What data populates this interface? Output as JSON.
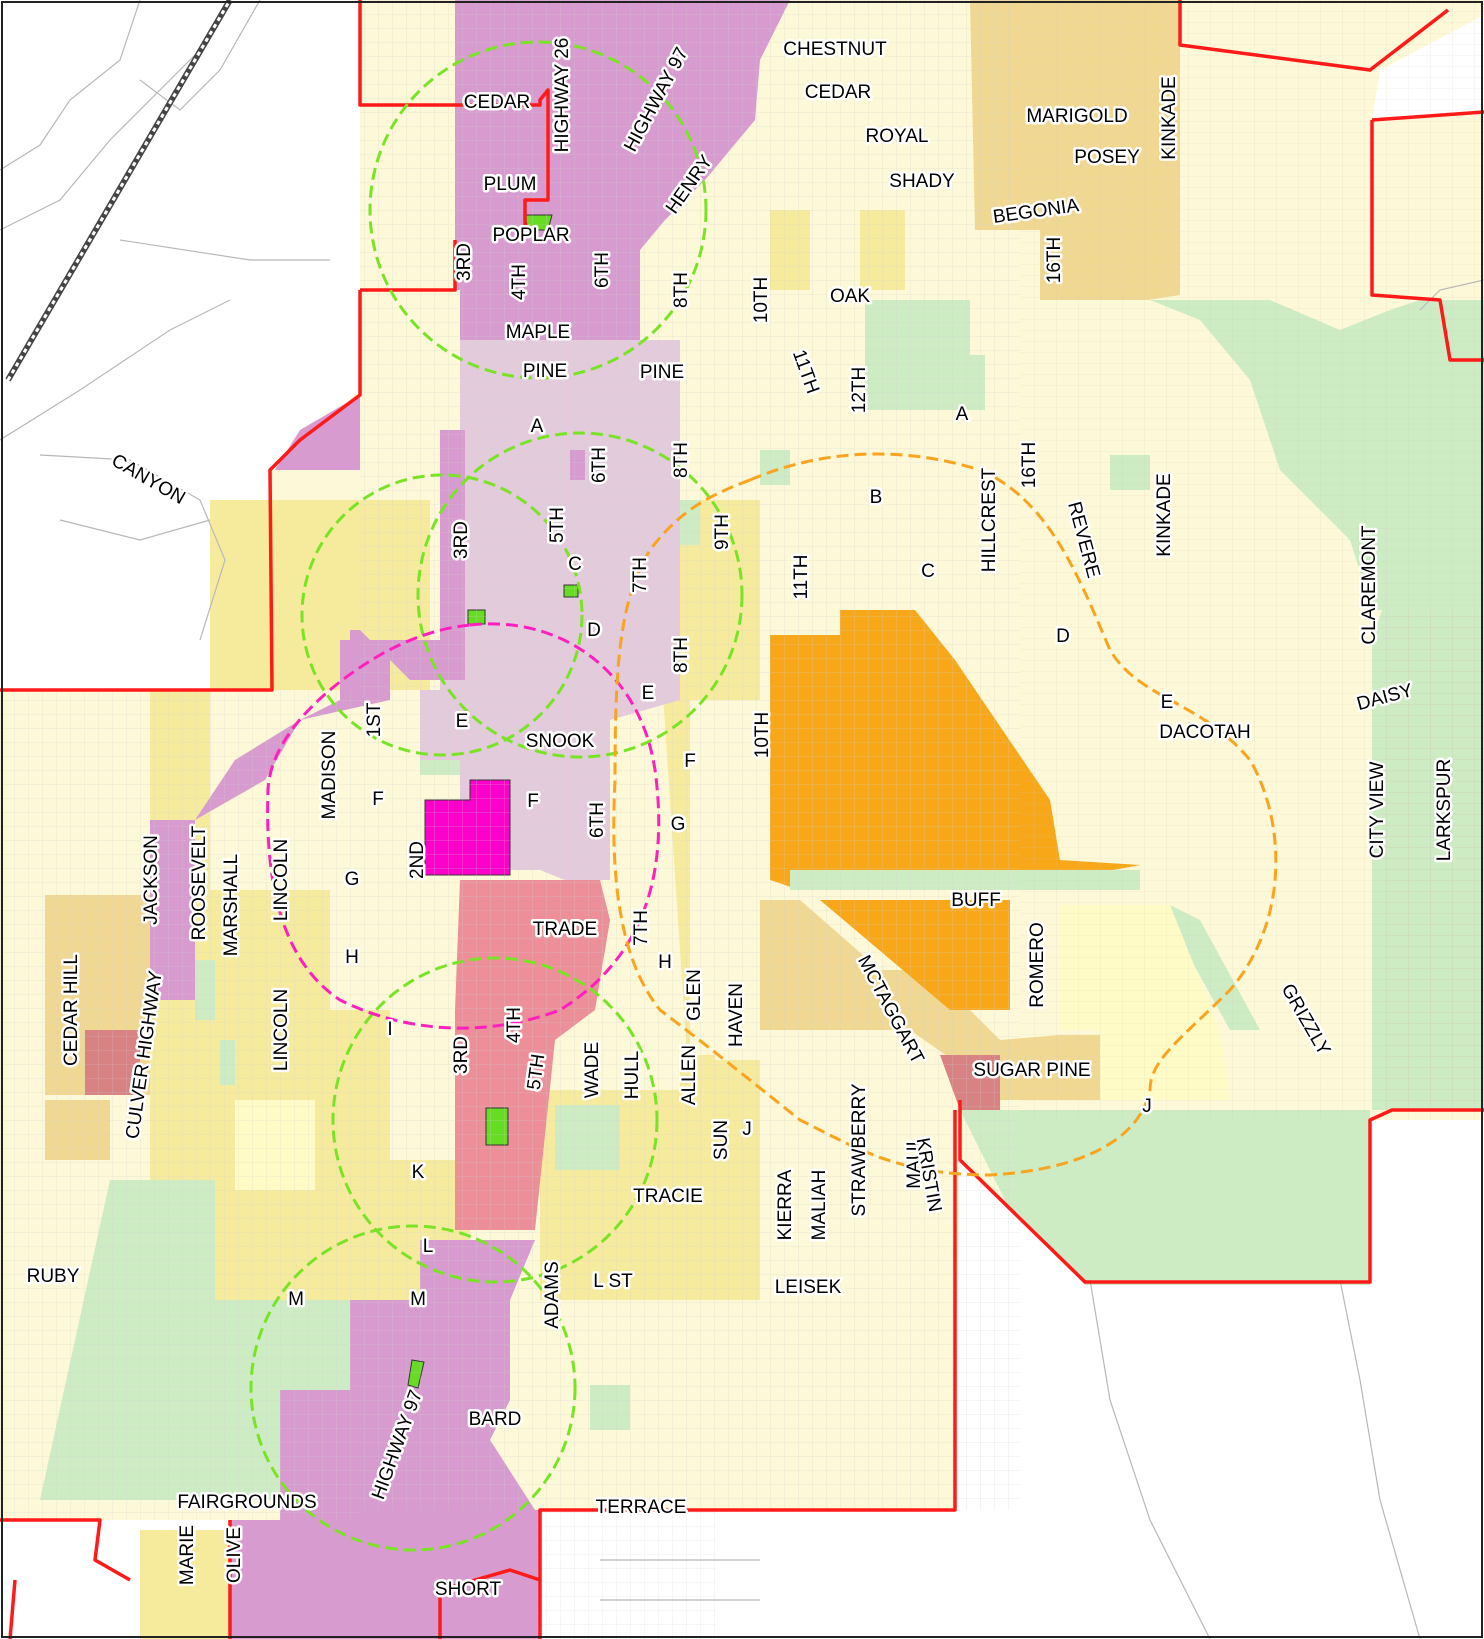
{
  "colors": {
    "background": "#ffffff",
    "residential_low": "#fdf8d7",
    "residential_med": "#f6eb9d",
    "residential_high": "#f0d893",
    "commercial": "#d79bcf",
    "downtown": "#e3cbdc",
    "commercial_corridor": "#ec8f98",
    "industrial": "#f8a719",
    "park": "#cdecc4",
    "focus_parcel": "#ff00cc",
    "school_pink": "#d88283",
    "boundary": "#ff1a1a",
    "buffer_green": "#79e325",
    "buffer_orange": "#f9a41e",
    "buffer_magenta": "#ff1fbe",
    "street": "#b8b8b8"
  },
  "labels": [
    {
      "id": "chestnut",
      "text": "CHESTNUT"
    },
    {
      "id": "cedar-e",
      "text": "CEDAR"
    },
    {
      "id": "cedar-w",
      "text": "CEDAR"
    },
    {
      "id": "royal",
      "text": "ROYAL"
    },
    {
      "id": "marigold",
      "text": "MARIGOLD"
    },
    {
      "id": "posey",
      "text": "POSEY"
    },
    {
      "id": "kinkade-n",
      "text": "KINKADE"
    },
    {
      "id": "shady",
      "text": "SHADY"
    },
    {
      "id": "begonia",
      "text": "BEGONIA"
    },
    {
      "id": "hwy26",
      "text": "HIGHWAY 26"
    },
    {
      "id": "hwy97-n",
      "text": "HIGHWAY 97"
    },
    {
      "id": "henry",
      "text": "HENRY"
    },
    {
      "id": "plum",
      "text": "PLUM"
    },
    {
      "id": "poplar",
      "text": "POPLAR"
    },
    {
      "id": "3rd-n",
      "text": "3RD"
    },
    {
      "id": "4th-n",
      "text": "4TH"
    },
    {
      "id": "6th-n",
      "text": "6TH"
    },
    {
      "id": "8th-n",
      "text": "8TH"
    },
    {
      "id": "10th-n",
      "text": "10TH"
    },
    {
      "id": "16th-n",
      "text": "16TH"
    },
    {
      "id": "oak",
      "text": "OAK"
    },
    {
      "id": "maple",
      "text": "MAPLE"
    },
    {
      "id": "pine-w",
      "text": "PINE"
    },
    {
      "id": "pine-e",
      "text": "PINE"
    },
    {
      "id": "11th-n",
      "text": "11TH"
    },
    {
      "id": "12th",
      "text": "12TH"
    },
    {
      "id": "a-w",
      "text": "A"
    },
    {
      "id": "a-e",
      "text": "A"
    },
    {
      "id": "canyon",
      "text": "CANYON"
    },
    {
      "id": "6th-m",
      "text": "6TH"
    },
    {
      "id": "8th-m",
      "text": "8TH"
    },
    {
      "id": "b",
      "text": "B"
    },
    {
      "id": "hillcrest",
      "text": "HILLCREST"
    },
    {
      "id": "16th-m",
      "text": "16TH"
    },
    {
      "id": "revere",
      "text": "REVERE"
    },
    {
      "id": "kinkade-m",
      "text": "KINKADE"
    },
    {
      "id": "3rd-m",
      "text": "3RD"
    },
    {
      "id": "5th-m",
      "text": "5TH"
    },
    {
      "id": "9th",
      "text": "9TH"
    },
    {
      "id": "c-w",
      "text": "C"
    },
    {
      "id": "7th-m",
      "text": "7TH"
    },
    {
      "id": "11th-m",
      "text": "11TH"
    },
    {
      "id": "c-e",
      "text": "C"
    },
    {
      "id": "claremont",
      "text": "CLAREMONT"
    },
    {
      "id": "d-w",
      "text": "D"
    },
    {
      "id": "8th-s",
      "text": "8TH"
    },
    {
      "id": "d-e",
      "text": "D"
    },
    {
      "id": "e-c",
      "text": "E"
    },
    {
      "id": "e-e",
      "text": "E"
    },
    {
      "id": "daisy",
      "text": "DAISY"
    },
    {
      "id": "dacotah",
      "text": "DACOTAH"
    },
    {
      "id": "1st",
      "text": "1ST"
    },
    {
      "id": "e-w",
      "text": "E"
    },
    {
      "id": "snook",
      "text": "SNOOK"
    },
    {
      "id": "madison",
      "text": "MADISON"
    },
    {
      "id": "10th-s",
      "text": "10TH"
    },
    {
      "id": "f-e",
      "text": "F"
    },
    {
      "id": "city-view",
      "text": "CITY VIEW"
    },
    {
      "id": "larkspur",
      "text": "LARKSPUR"
    },
    {
      "id": "f-w",
      "text": "F"
    },
    {
      "id": "f-c",
      "text": "F"
    },
    {
      "id": "g-e",
      "text": "G"
    },
    {
      "id": "6th-s",
      "text": "6TH"
    },
    {
      "id": "jackson",
      "text": "JACKSON"
    },
    {
      "id": "roosevelt",
      "text": "ROOSEVELT"
    },
    {
      "id": "marshall",
      "text": "MARSHALL"
    },
    {
      "id": "lincoln-n",
      "text": "LINCOLN"
    },
    {
      "id": "g-w",
      "text": "G"
    },
    {
      "id": "2nd",
      "text": "2ND"
    },
    {
      "id": "buff",
      "text": "BUFF"
    },
    {
      "id": "trade",
      "text": "TRADE"
    },
    {
      "id": "7th-s",
      "text": "7TH"
    },
    {
      "id": "cedar-hill",
      "text": "CEDAR HILL"
    },
    {
      "id": "h-w",
      "text": "H"
    },
    {
      "id": "h-e",
      "text": "H"
    },
    {
      "id": "mctaggart",
      "text": "MCTAGGART"
    },
    {
      "id": "romero",
      "text": "ROMERO"
    },
    {
      "id": "glen",
      "text": "GLEN"
    },
    {
      "id": "haven",
      "text": "HAVEN"
    },
    {
      "id": "grizzly",
      "text": "GRIZZLY"
    },
    {
      "id": "culver-hwy",
      "text": "CULVER HIGHWAY"
    },
    {
      "id": "lincoln-s",
      "text": "LINCOLN"
    },
    {
      "id": "i",
      "text": "I"
    },
    {
      "id": "3rd-s",
      "text": "3RD"
    },
    {
      "id": "4th-s",
      "text": "4TH"
    },
    {
      "id": "5th-s",
      "text": "5TH"
    },
    {
      "id": "wade",
      "text": "WADE"
    },
    {
      "id": "hull",
      "text": "HULL"
    },
    {
      "id": "allen",
      "text": "ALLEN"
    },
    {
      "id": "sugar-pine",
      "text": "SUGAR PINE"
    },
    {
      "id": "j-e",
      "text": "J"
    },
    {
      "id": "sun",
      "text": "SUN"
    },
    {
      "id": "j-w",
      "text": "J"
    },
    {
      "id": "strawberry",
      "text": "STRAWBERRY"
    },
    {
      "id": "maui",
      "text": "MAUI"
    },
    {
      "id": "kristin",
      "text": "KRISTIN"
    },
    {
      "id": "k",
      "text": "K"
    },
    {
      "id": "kierra",
      "text": "KIERRA"
    },
    {
      "id": "maliah",
      "text": "MALIAH"
    },
    {
      "id": "tracie",
      "text": "TRACIE"
    },
    {
      "id": "l",
      "text": "L"
    },
    {
      "id": "ruby",
      "text": "RUBY"
    },
    {
      "id": "adams",
      "text": "ADAMS"
    },
    {
      "id": "l-st",
      "text": "L ST"
    },
    {
      "id": "leisek",
      "text": "LEISEK"
    },
    {
      "id": "m-w",
      "text": "M"
    },
    {
      "id": "m-e",
      "text": "M"
    },
    {
      "id": "hwy97-s",
      "text": "HIGHWAY 97"
    },
    {
      "id": "bard",
      "text": "BARD"
    },
    {
      "id": "fairgrounds",
      "text": "FAIRGROUNDS"
    },
    {
      "id": "terrace",
      "text": "TERRACE"
    },
    {
      "id": "marie",
      "text": "MARIE"
    },
    {
      "id": "olive",
      "text": "OLIVE"
    },
    {
      "id": "short",
      "text": "SHORT"
    }
  ]
}
